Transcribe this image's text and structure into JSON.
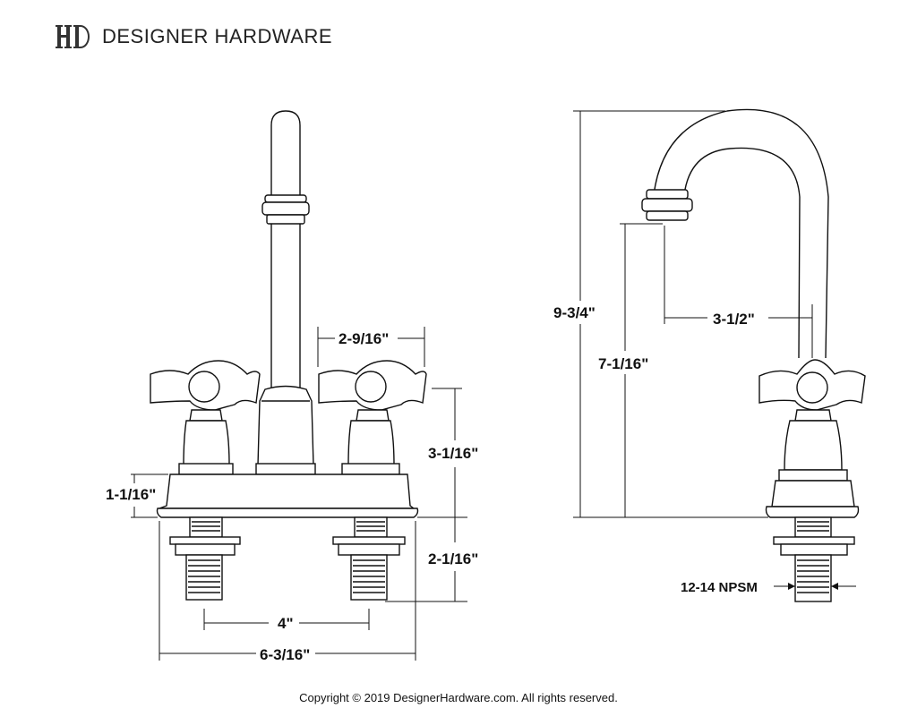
{
  "brand": {
    "name": "DESIGNER HARDWARE",
    "logo_icon": "dh-monogram-icon"
  },
  "dimensions": {
    "front_handle_spread": "2-9/16\"",
    "front_body_height": "3-1/16\"",
    "front_base_height": "1-1/16\"",
    "front_shank_length": "2-1/16\"",
    "front_center_spread": "4\"",
    "front_overall_width": "6-3/16\"",
    "side_total_height": "9-3/4\"",
    "side_spout_clearance": "7-1/16\"",
    "side_spout_reach": "3-1/2\"",
    "side_thread": "12-14 NPSM"
  },
  "footer": {
    "copyright": "Copyright © 2019 DesignerHardware.com. All rights reserved."
  }
}
